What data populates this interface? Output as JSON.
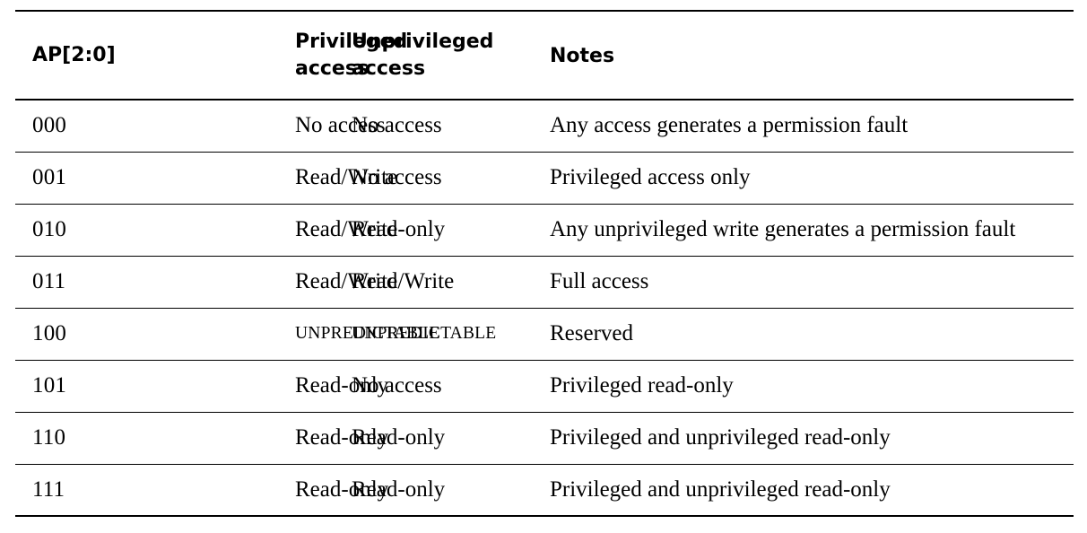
{
  "table": {
    "columns": [
      {
        "key": "ap",
        "label": "AP[2:0]"
      },
      {
        "key": "priv",
        "label": "Privileged access"
      },
      {
        "key": "unpriv",
        "label": "Unprivileged access"
      },
      {
        "key": "notes",
        "label": "Notes"
      }
    ],
    "header_lines": {
      "ap": [
        "AP[2:0]"
      ],
      "priv": [
        "Privileged",
        "access"
      ],
      "unpriv": [
        "Unprivileged",
        "access"
      ],
      "notes": [
        "Notes"
      ]
    },
    "rows": [
      {
        "ap": "000",
        "priv": "No access",
        "unpriv": "No access",
        "notes": "Any access generates a permission fault"
      },
      {
        "ap": "001",
        "priv": "Read/Write",
        "unpriv": "No access",
        "notes": "Privileged access only"
      },
      {
        "ap": "010",
        "priv": "Read/Write",
        "unpriv": "Read-only",
        "notes": "Any unprivileged write generates a permission fault"
      },
      {
        "ap": "011",
        "priv": "Read/Write",
        "unpriv": "Read/Write",
        "notes": "Full access"
      },
      {
        "ap": "100",
        "priv": "UNPREDICTABLE",
        "unpriv": "UNPREDICTABLE",
        "notes": "Reserved"
      },
      {
        "ap": "101",
        "priv": "Read-only",
        "unpriv": "No access",
        "notes": "Privileged read-only"
      },
      {
        "ap": "110",
        "priv": "Read-only",
        "unpriv": "Read-only",
        "notes": "Privileged and unprivileged read-only"
      },
      {
        "ap": "111",
        "priv": "Read-only",
        "unpriv": "Read-only",
        "notes": "Privileged and unprivileged read-only"
      }
    ]
  },
  "style": {
    "text_color": "#000000",
    "rule_color": "#000000",
    "background": "#ffffff"
  }
}
